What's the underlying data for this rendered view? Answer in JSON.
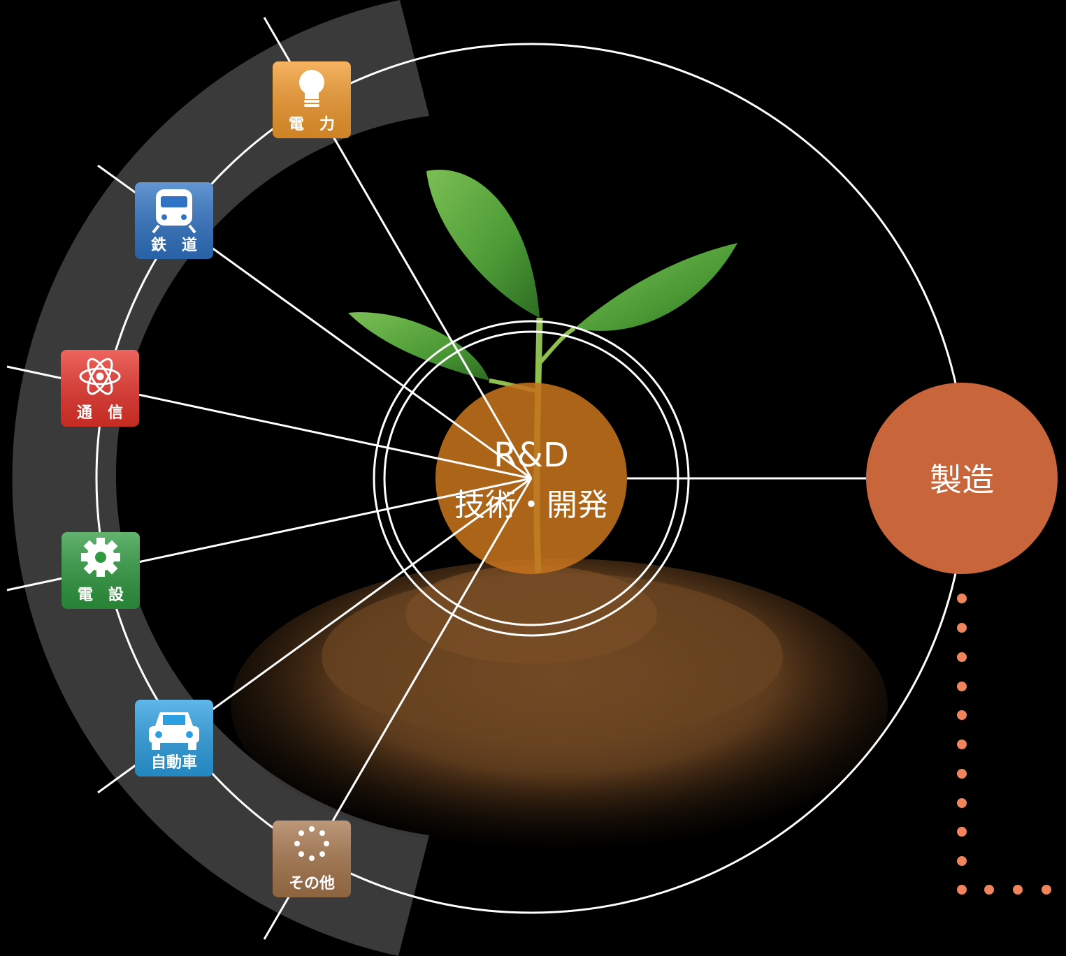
{
  "center": {
    "line1": "R&D",
    "line2": "技術・開発"
  },
  "output_node": {
    "label": "製造"
  },
  "sectors": [
    {
      "id": "power",
      "label": "電　力",
      "icon": "lightbulb-icon",
      "color": "#f39a2c"
    },
    {
      "id": "railway",
      "label": "鉄　道",
      "icon": "train-icon",
      "color": "#2f73c4"
    },
    {
      "id": "telecom",
      "label": "通　信",
      "icon": "atom-icon",
      "color": "#e8332a"
    },
    {
      "id": "electric",
      "label": "電　設",
      "icon": "gear-icon",
      "color": "#2e9a3f"
    },
    {
      "id": "auto",
      "label": "自動車",
      "icon": "car-icon",
      "color": "#2b9fe2"
    },
    {
      "id": "other",
      "label": "その他",
      "icon": "dots-icon",
      "color": "#a7764c"
    }
  ],
  "colors": {
    "band": "#3a3a3a",
    "rd_circle": "#c4721d",
    "output_circle": "#c8653b",
    "dot_color": "#f0845c",
    "line_color": "#ffffff"
  }
}
